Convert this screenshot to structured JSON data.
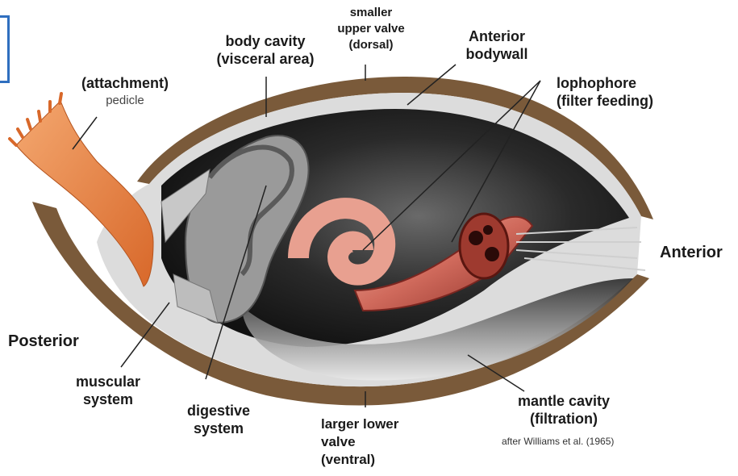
{
  "labels": {
    "body_cavity": [
      "body cavity",
      "(visceral area)"
    ],
    "upper_valve": [
      "smaller",
      "upper valve",
      "(dorsal)"
    ],
    "anterior_bodywall": [
      "Anterior",
      "bodywall"
    ],
    "lophophore": [
      "lophophore",
      "(filter feeding)"
    ],
    "attachment": "(attachment)",
    "pedicle": "pedicle",
    "anterior": "Anterior",
    "posterior": "Posterior",
    "muscular": [
      "muscular",
      "system"
    ],
    "digestive": [
      "digestive",
      "system"
    ],
    "lower_valve": [
      "larger lower",
      "valve",
      "(ventral)"
    ],
    "mantle_cavity": [
      "mantle cavity",
      "(filtration)"
    ],
    "citation": "after Williams et al. (1965)"
  },
  "colors": {
    "shell": "#7a5a3a",
    "mantle": "#d9d9d9",
    "cavity_dark": "#1f1f1f",
    "lophophore": "#c4554a",
    "pedicle": "#e07a35",
    "frame": "#2f6fbf"
  }
}
